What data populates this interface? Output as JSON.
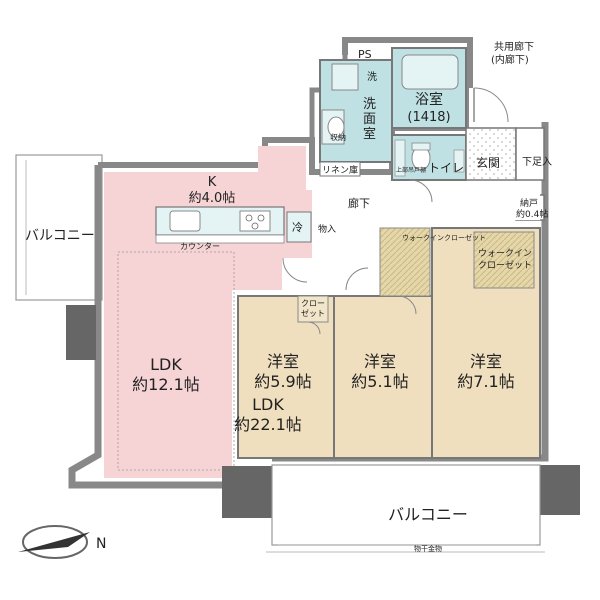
{
  "rooms": {
    "ps": "PS",
    "common_corridor": "共用廊下",
    "common_corridor_sub": "(内廊下)",
    "bath_name": "浴室",
    "bath_size": "(1418)",
    "washer": "洗",
    "washroom_1": "洗",
    "washroom_2": "面",
    "washroom_3": "室",
    "storage": "収納",
    "linen": "リネン庫",
    "top_storage": "上部吊戸棚",
    "toilet": "トイレ",
    "entrance": "玄関",
    "shoe_box": "下足入",
    "k_name": "K",
    "k_size": "約4.0帖",
    "corridor": "廊下",
    "fridge": "冷",
    "pantry": "物入",
    "counter": "カウンター",
    "storage_door": "納戸",
    "storage_door_size": "約0.4帖",
    "walkin_small": "ウォークインクローゼット",
    "walkin_large_1": "ウォークイン",
    "walkin_large_2": "クローゼット",
    "closet_1": "クロー",
    "closet_2": "ゼット",
    "balcony_left": "バルコニー",
    "ldk_name": "LDK",
    "ldk_size": "約12.1帖",
    "western1_name": "洋室",
    "western1_size": "約5.9帖",
    "ldk_total_name": "LDK",
    "ldk_total_size": "約22.1帖",
    "western2_name": "洋室",
    "western2_size": "約5.1帖",
    "western3_name": "洋室",
    "western3_size": "約7.1帖",
    "balcony_bottom": "バルコニー",
    "drying": "物干金物"
  },
  "compass": {
    "label": "N"
  },
  "colors": {
    "wall": "#888888",
    "wall_dark": "#666666",
    "bath": "#bfe1e4",
    "pink": "#f6d3d5",
    "tan": "#f0dfbf",
    "closet_tan": "#f1e6c9"
  }
}
